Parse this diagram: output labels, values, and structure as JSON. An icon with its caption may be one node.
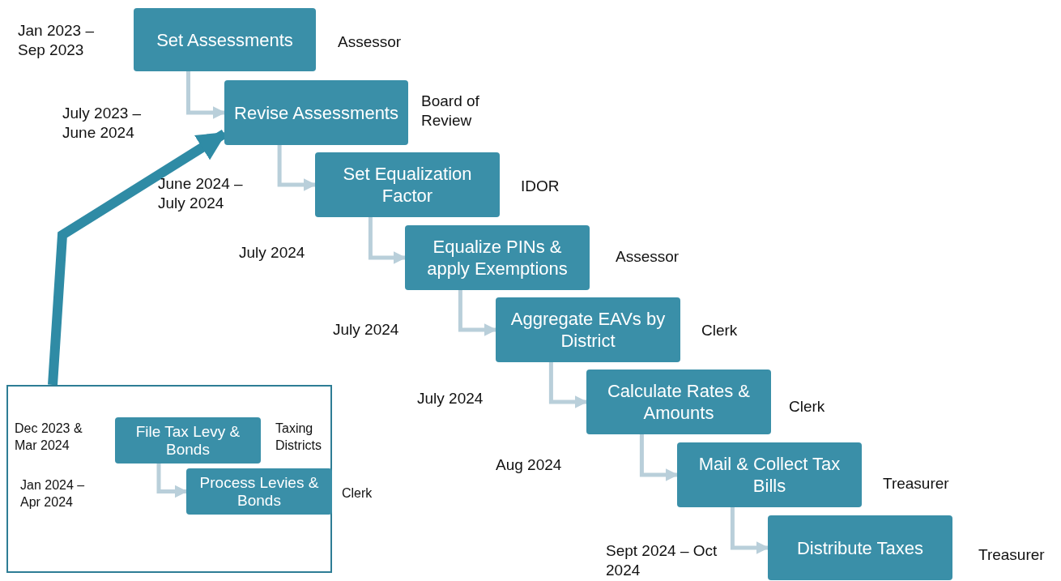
{
  "diagram": {
    "nodes": [
      {
        "text": [
          "Set Assessments"
        ],
        "beside": [
          "Jan 2023 – Sep 2023",
          "Assessor"
        ]
      },
      {
        "text": [
          "Revise Assessments"
        ],
        "beside": [
          "Board of Review"
        ]
      },
      {
        "text": [
          "Set Equalization Factor"
        ],
        "beside": [
          "IDOR"
        ]
      },
      {
        "text": [
          "Equalize PINs & apply Exemptions"
        ],
        "beside": [
          "Assessor"
        ]
      },
      {
        "text": [
          "Aggregate EAVs by District"
        ],
        "beside": [
          "Clerk"
        ]
      },
      {
        "text": [
          "Calculate Rates & Amounts"
        ],
        "beside": [
          "Clerk"
        ]
      },
      {
        "text": [
          "Mail & Collect Tax Bills"
        ],
        "beside": [
          "Treasurer"
        ]
      },
      {
        "text": [
          "Distribute Taxes"
        ],
        "beside": [
          "Sept 2024 – Oct 2024",
          "Treasurer"
        ]
      },
      {
        "text": [],
        "shape": "box"
      },
      {
        "text": [
          "File Tax Levy & Bonds"
        ],
        "in": 8,
        "beside": [
          "Dec 2023 & Mar 2024",
          "Taxing Districts"
        ]
      },
      {
        "text": [
          "Process Levies & Bonds"
        ],
        "in": 8,
        "beside": [
          "Clerk"
        ]
      }
    ],
    "edges": [
      {
        "from": 0,
        "to": 1,
        "arrow": "to"
      },
      {
        "from": 1,
        "to": 2,
        "arrow": "to"
      },
      {
        "from": 2,
        "to": 3,
        "arrow": "to"
      },
      {
        "from": 3,
        "to": 4,
        "arrow": "to"
      },
      {
        "from": 4,
        "to": 5,
        "arrow": "to"
      },
      {
        "from": 5,
        "to": 6,
        "arrow": "to"
      },
      {
        "from": 6,
        "to": 7,
        "arrow": "to"
      },
      {
        "from": 9,
        "to": 10,
        "arrow": "to"
      },
      {
        "from": 8,
        "to": 1,
        "arrow": "to",
        "style": "thick",
        "color": "#2f8ba5"
      }
    ],
    "labels": [
      "July 2023 – June 2024",
      "June 2024 – July 2024",
      "July 2024",
      "July 2024",
      "July 2024",
      "Aug 2024",
      "Jan 2024 – Apr 2024"
    ]
  }
}
